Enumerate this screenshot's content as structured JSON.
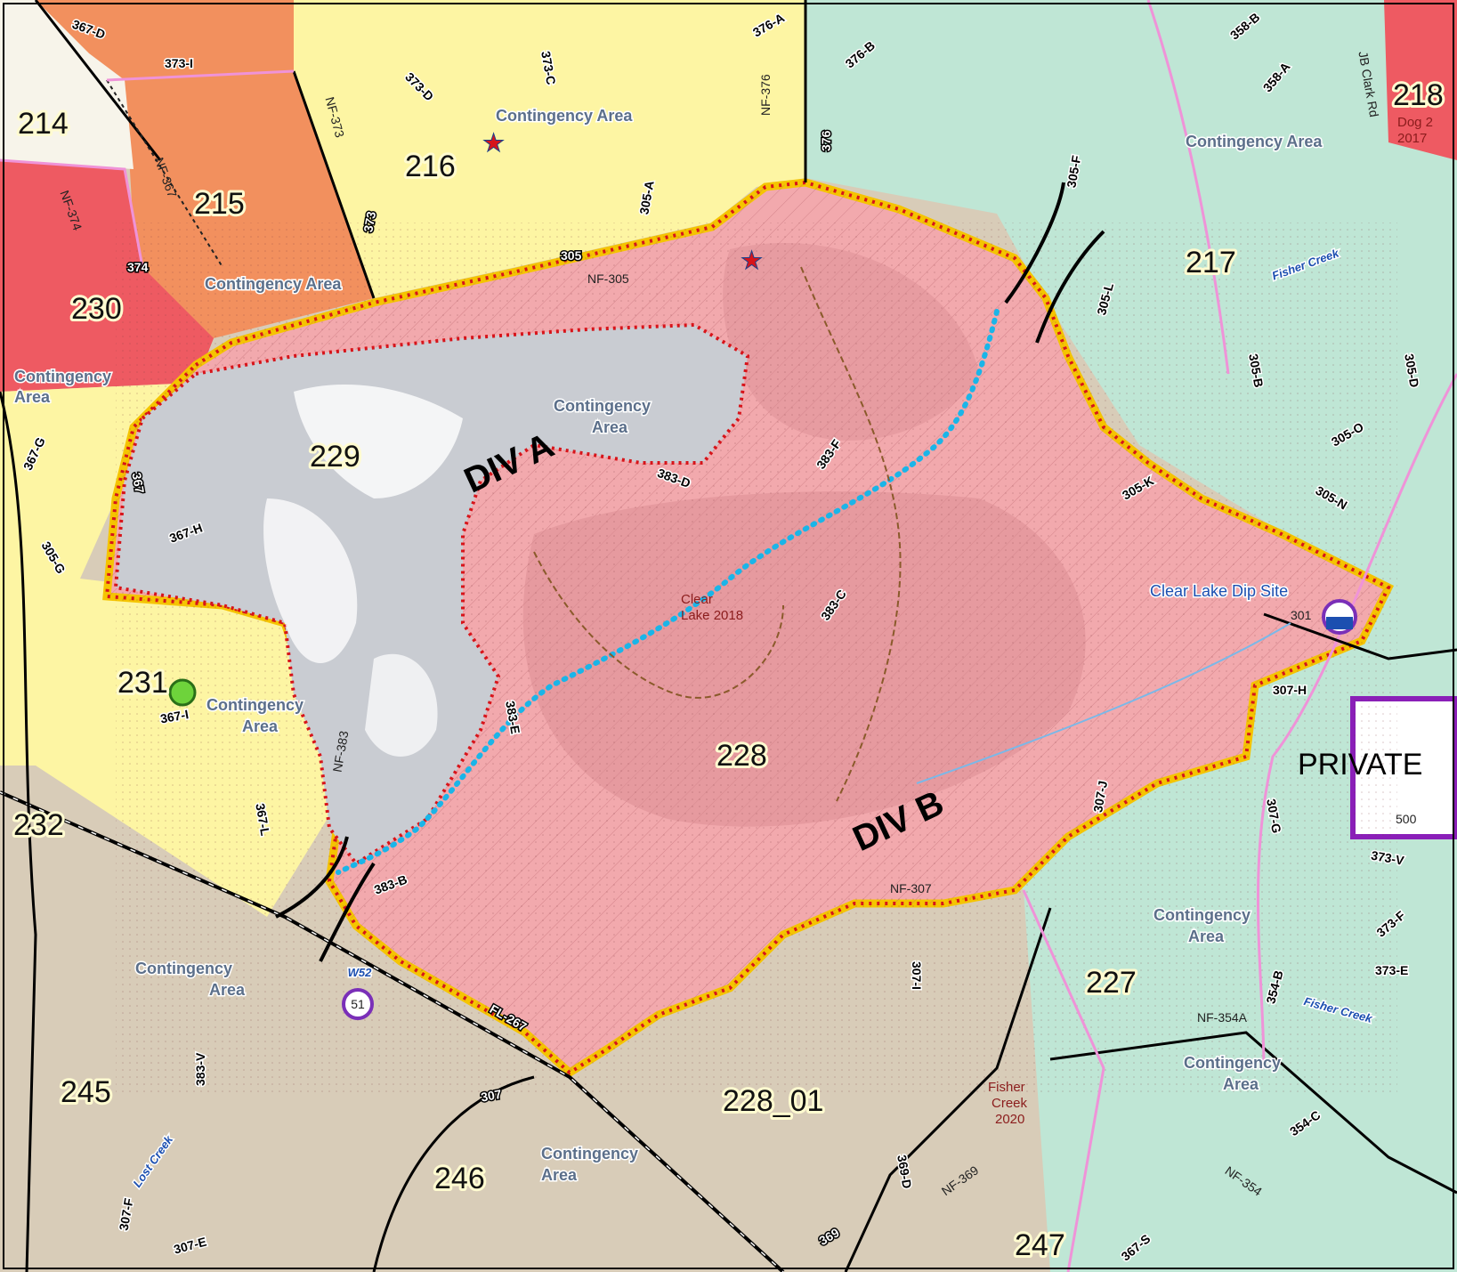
{
  "map": {
    "units": [
      {
        "id": "214",
        "label": "214"
      },
      {
        "id": "215",
        "label": "215"
      },
      {
        "id": "216",
        "label": "216"
      },
      {
        "id": "217",
        "label": "217"
      },
      {
        "id": "218",
        "label": "218"
      },
      {
        "id": "227",
        "label": "227"
      },
      {
        "id": "228",
        "label": "228"
      },
      {
        "id": "228_01",
        "label": "228_01"
      },
      {
        "id": "229",
        "label": "229"
      },
      {
        "id": "230",
        "label": "230"
      },
      {
        "id": "231",
        "label": "231"
      },
      {
        "id": "232",
        "label": "232"
      },
      {
        "id": "245",
        "label": "245"
      },
      {
        "id": "246",
        "label": "246"
      },
      {
        "id": "247",
        "label": "247"
      }
    ],
    "divisions": {
      "a": "DIV A",
      "b": "DIV B"
    },
    "contingency_label_line1": "Contingency",
    "contingency_label_line2": "Area",
    "contingency_label_full": "Contingency Area",
    "private_label": "PRIVATE",
    "private_number": "500",
    "dip_site": "Clear Lake Dip Site",
    "dip_site_number": "301",
    "fire_history": {
      "clear_lake": [
        "Clear",
        "Lake 2018"
      ],
      "fisher_creek": [
        "Fisher",
        "Creek",
        "2020"
      ],
      "dog2": [
        "Dog 2",
        "2017"
      ]
    },
    "water": {
      "fisher_creek": "Fisher Creek",
      "lost_creek": "Lost Creek"
    },
    "helispot": "W52",
    "helispot_number": "51",
    "road_shields": [
      "305",
      "373",
      "374",
      "376",
      "367",
      "307",
      "369",
      "FL-267"
    ],
    "road_labels": [
      "NF-305",
      "NF-307",
      "NF-354A",
      "NF-373",
      "NF-374",
      "NF-367",
      "NF-376",
      "NF-383",
      "NF-354",
      "NF-369",
      "JB Clark Rd"
    ],
    "spur_labels": [
      "367-D",
      "373-I",
      "373-C",
      "373-D",
      "376-A",
      "376-B",
      "358-B",
      "358-A",
      "305-A",
      "305-F",
      "305-L",
      "305-B",
      "305-D",
      "305-O",
      "305-K",
      "305-N",
      "305-G",
      "367-G",
      "367-H",
      "367-I",
      "367-L",
      "383-F",
      "383-D",
      "383-C",
      "383-E",
      "383-B",
      "307-H",
      "307-J",
      "307-G",
      "373-V",
      "373-F",
      "373-E",
      "354-B",
      "354-C",
      "307-I",
      "383-V",
      "307-F",
      "307-E",
      "369-D",
      "367-S"
    ]
  },
  "colors": {
    "fire": "#f2a9ad",
    "fire_dark": "#d98c92",
    "line": "#d7141a",
    "yellow": "#fdf5a3",
    "orange": "#f2905e",
    "green": "#bfe6d5",
    "tan": "#d8ccb8",
    "red_unit": "#ee5a62",
    "contingency": "#a8b3bd",
    "dozer": "#1ab5e8",
    "pink_bnd": "#ef93d8"
  }
}
